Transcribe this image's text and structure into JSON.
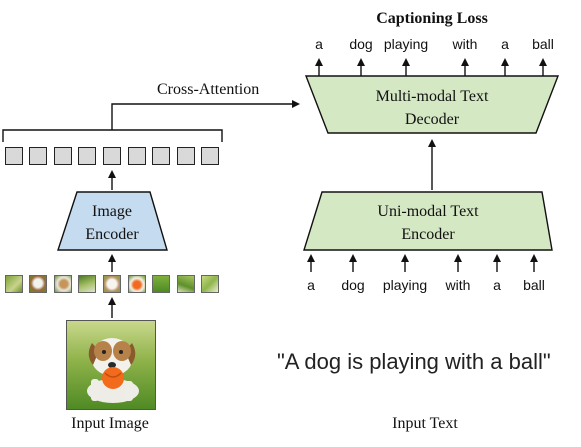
{
  "title": "Captioning Loss",
  "cross_attention_label": "Cross-Attention",
  "multimodal_decoder": {
    "line1": "Multi-modal Text",
    "line2": "Decoder",
    "fill": "#d5e8c4"
  },
  "unimodal_encoder": {
    "line1": "Uni-modal Text",
    "line2": "Encoder",
    "fill": "#d5e8c4"
  },
  "image_encoder": {
    "line1": "Image",
    "line2": "Encoder",
    "fill": "#c5dcf0"
  },
  "output_tokens": [
    "a",
    "dog",
    "playing",
    "with",
    "a",
    "ball"
  ],
  "input_tokens": [
    "a",
    "dog",
    "playing",
    "with",
    "a",
    "ball"
  ],
  "input_text_quote": "\"A dog is playing with a ball\"",
  "input_image_label": "Input Image",
  "input_text_label": "Input Text",
  "image_token_count": 9,
  "patch_count": 9
}
